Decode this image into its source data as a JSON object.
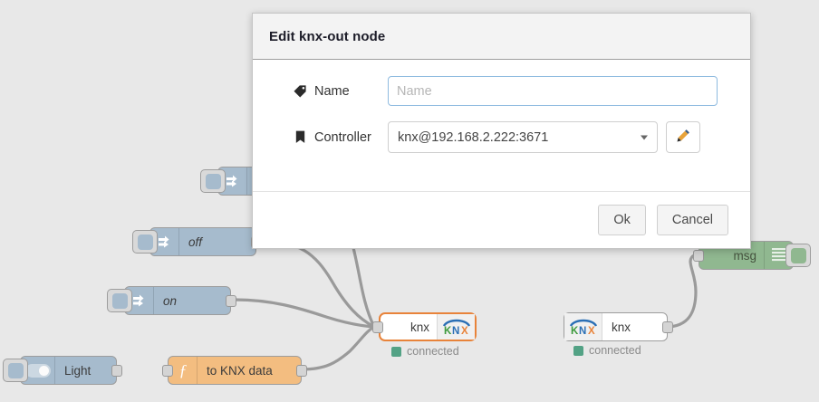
{
  "dialog": {
    "title": "Edit knx-out node",
    "fields": {
      "name": {
        "label": "Name",
        "icon": "tag-icon",
        "value": "",
        "placeholder": "Name"
      },
      "controller": {
        "label": "Controller",
        "icon": "bookmark-icon",
        "value": "knx@192.168.2.222:3671",
        "options": [
          "knx@192.168.2.222:3671"
        ],
        "edit_icon": "pencil-icon"
      }
    },
    "buttons": {
      "ok": "Ok",
      "cancel": "Cancel"
    }
  },
  "canvas": {
    "background_color": "#e8e8e8",
    "wire_color": "#9a9a9a",
    "nodes": [
      {
        "id": "inject-top",
        "type": "inject",
        "label": "",
        "color": "#a6bbcd",
        "icon": "inject-arrow-icon",
        "button_icon": "inject-button-icon"
      },
      {
        "id": "inject-off",
        "type": "inject",
        "label": "off",
        "color": "#a6bbcd",
        "icon": "inject-arrow-icon",
        "button_icon": "inject-button-icon"
      },
      {
        "id": "inject-on",
        "type": "inject",
        "label": "on",
        "color": "#a6bbcd",
        "icon": "inject-arrow-icon",
        "button_icon": "inject-button-icon"
      },
      {
        "id": "light",
        "type": "inject",
        "label": "Light",
        "color": "#a6bbcd",
        "icon": "toggle-icon",
        "button_icon": "inject-button-icon"
      },
      {
        "id": "function",
        "type": "function",
        "label": "to KNX data",
        "color": "#f3bd80",
        "icon": "function-icon"
      },
      {
        "id": "knx-out",
        "type": "knx",
        "label": "knx",
        "color": "#ffffff",
        "icon": "knx-logo-icon",
        "selected": true,
        "status": "connected",
        "status_color": "#53a285"
      },
      {
        "id": "knx-in",
        "type": "knx",
        "label": "knx",
        "color": "#ffffff",
        "icon": "knx-logo-icon",
        "selected": false,
        "status": "connected",
        "status_color": "#53a285"
      },
      {
        "id": "debug",
        "type": "debug",
        "label": "msg",
        "color": "#90b890",
        "icon": "debug-lines-icon",
        "button_icon": "debug-button-icon"
      }
    ]
  }
}
